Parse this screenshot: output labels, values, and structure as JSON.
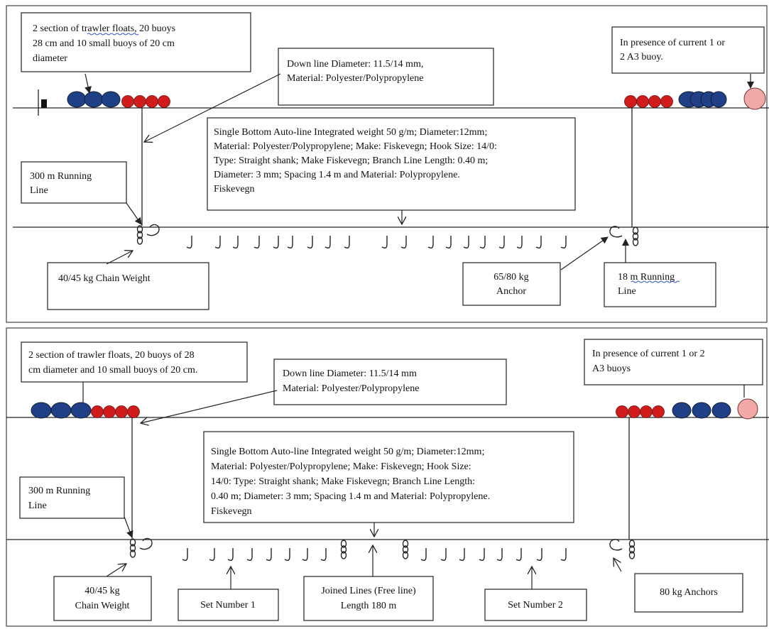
{
  "colors": {
    "blue_buoy": "#1f3f86",
    "red_buoy": "#d11c1c",
    "pink_buoy": "#f0a9a6",
    "line": "#222222"
  },
  "top_panel": {
    "floats_note": [
      "2 section of trawler floats, 20  buoys",
      "28 cm and 10 small buoys of 20 cm",
      "diameter"
    ],
    "downline_note": [
      "Down line Diameter: 11.5/14 mm,",
      "Material: Polyester/Polypropylene"
    ],
    "current_note": [
      "In presence of current 1 or",
      "2 A3 buoy."
    ],
    "autoline_note": [
      "Single Bottom Auto-line Integrated weight 50 g/m; Diameter:12mm;",
      "Material: Polyester/Polypropylene; Make: Fiskevegn; Hook Size: 14/0:",
      "Type: Straight shank; Make Fiskevegn; Branch Line Length: 0.40 m;",
      "Diameter: 3 mm; Spacing 1.4 m and Material: Polypropylene.",
      "Fiskevegn"
    ],
    "running_line_left": [
      "300 m Running",
      "Line"
    ],
    "chain_weight": [
      "40/45 kg Chain Weight"
    ],
    "anchor": [
      "65/80 kg",
      "Anchor"
    ],
    "running_line_right": [
      "18 m Running",
      "Line"
    ]
  },
  "bottom_panel": {
    "floats_note": [
      "2 section of trawler floats, 20 buoys of 28",
      "cm diameter and 10 small buoys of 20 cm."
    ],
    "downline_note": [
      "Down line Diameter: 11.5/14 mm",
      "Material: Polyester/Polypropylene"
    ],
    "current_note": [
      "In presence of current 1 or 2",
      "A3 buoys"
    ],
    "autoline_note": [
      "Single Bottom Auto-line Integrated weight 50 g/m; Diameter:12mm;",
      "Material: Polyester/Polypropylene; Make: Fiskevegn; Hook Size:",
      "14/0: Type: Straight shank; Make Fiskevegn; Branch Line Length:",
      "0.40 m; Diameter: 3 mm; Spacing 1.4 m and Material: Polypropylene.",
      "Fiskevegn"
    ],
    "running_line_left": [
      "300 m Running",
      "Line"
    ],
    "chain_weight": [
      "40/45 kg",
      "Chain Weight"
    ],
    "set1": [
      "Set Number 1"
    ],
    "joined": [
      "Joined Lines (Free line)",
      "Length 180 m"
    ],
    "set2": [
      "Set Number 2"
    ],
    "anchors": [
      "80 kg Anchors"
    ]
  }
}
